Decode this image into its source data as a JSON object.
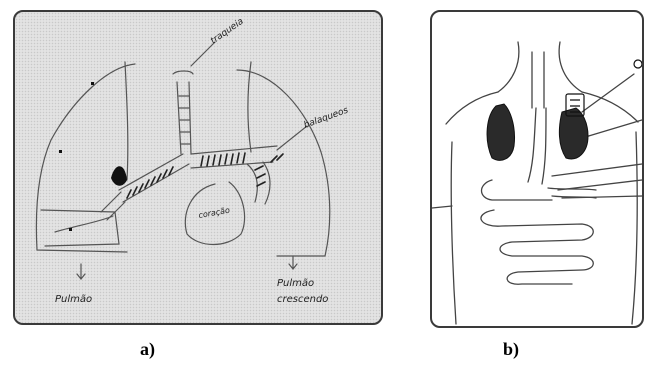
{
  "figure": {
    "panel_a": {
      "caption": "a)",
      "labels": {
        "top": "traqueia",
        "right": "balaqueos",
        "center": "coração",
        "bottom_left_line1": "Pulmão",
        "bottom_right_line1": "Pulmão",
        "bottom_right_line2": "crescendo"
      }
    },
    "panel_b": {
      "caption": "b)"
    }
  }
}
